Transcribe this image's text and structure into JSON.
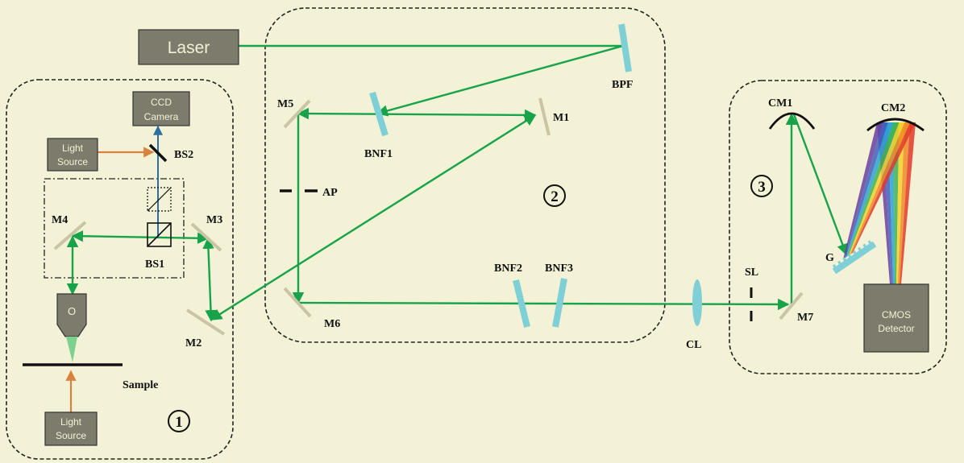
{
  "diagram": {
    "colors": {
      "background": "#f3f1d6",
      "beam": "#17a34a",
      "mirror": "#c9c4a6",
      "filter": "#7fd0d6",
      "box": "#7d7b6c",
      "illumination": "#d9823d",
      "camera_path": "#2c6fa0",
      "outline": "#222222"
    },
    "components": {
      "laser": "Laser",
      "ccd_line1": "CCD",
      "ccd_line2": "Camera",
      "light_source_top_line1": "Light",
      "light_source_top_line2": "Source",
      "light_source_bottom_line1": "Light",
      "light_source_bottom_line2": "Source",
      "objective": "O",
      "cmos_line1": "CMOS",
      "cmos_line2": "Detector"
    },
    "labels": {
      "bs2": "BS2",
      "bs1": "BS1",
      "m1": "M1",
      "m2": "M2",
      "m3": "M3",
      "m4": "M4",
      "m5": "M5",
      "m6": "M6",
      "m7": "M7",
      "ap": "AP",
      "bpf": "BPF",
      "bnf1": "BNF1",
      "bnf2": "BNF2",
      "bnf3": "BNF3",
      "cl": "CL",
      "sl": "SL",
      "cm1": "CM1",
      "cm2": "CM2",
      "g": "G",
      "sample": "Sample",
      "module1": "1",
      "module2": "2",
      "module3": "3"
    },
    "spectrum_colors": [
      "#6a3fa0",
      "#3f5fbf",
      "#2aa3d6",
      "#3fb34f",
      "#f2d12b",
      "#f08a24",
      "#e03a2a"
    ]
  }
}
